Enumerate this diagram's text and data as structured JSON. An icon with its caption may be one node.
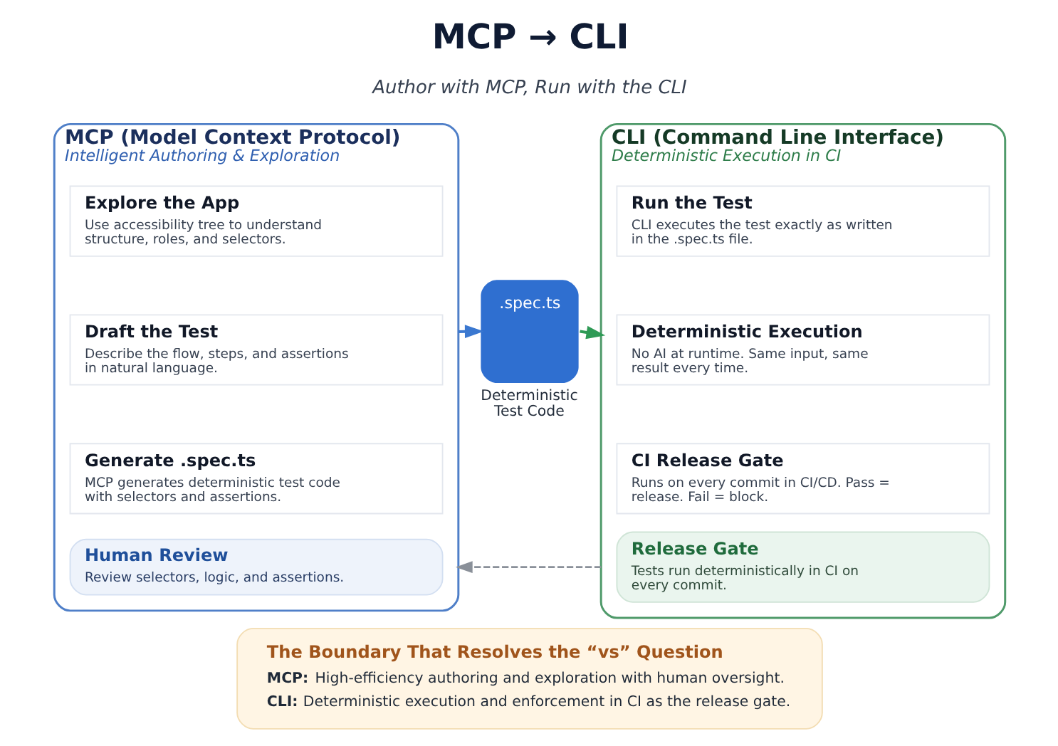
{
  "diagram": {
    "title": "MCP → CLI",
    "nodes": [
      {
        "text": [
          "MCP (Model Context Protocol)",
          "Intelligent Authoring & Exploration"
        ]
      },
      {
        "text": [
          "Explore the App",
          "Use accessibility tree to understand structure, roles, and selectors."
        ],
        "in": 0
      },
      {
        "text": [
          "Draft the Test",
          "Describe the flow, steps, and assertions in natural language."
        ],
        "in": 0
      },
      {
        "text": [
          "Generate .spec.ts",
          "MCP generates deterministic test code with selectors and assertions."
        ],
        "in": 0
      },
      {
        "text": [
          "Human Review",
          "Review selectors, logic, and assertions."
        ],
        "in": 0
      },
      {
        "text": [
          ".spec.ts"
        ],
        "beside": [
          "Deterministic Test Code"
        ]
      },
      {
        "text": [
          "CLI (Command Line Interface)",
          "Deterministic Execution in CI"
        ]
      },
      {
        "text": [
          "Run the Test",
          "CLI executes the test exactly as written in the .spec.ts file."
        ],
        "in": 6
      },
      {
        "text": [
          "Deterministic Execution",
          "No AI at runtime. Same input, same result every time."
        ],
        "in": 6
      },
      {
        "text": [
          "CI Release Gate",
          "Runs on every commit in CI/CD. Pass = release. Fail = block."
        ],
        "in": 6
      },
      {
        "text": [
          "Release Gate",
          "Tests run deterministically in CI on every commit."
        ],
        "in": 6
      },
      {
        "text": [
          "The Boundary That Resolves the “vs” Question",
          "**MCP:** High-efficiency authoring and exploration with human oversight.",
          "**CLI:** Deterministic execution and enforcement in CI as the release gate."
        ]
      }
    ],
    "edges": [
      {
        "from": 0,
        "to": 5,
        "arrow": "to",
        "color": "#3b78d0"
      },
      {
        "from": 5,
        "to": 6,
        "arrow": "to",
        "color": "#2e9a55"
      },
      {
        "from": 6,
        "to": 0,
        "arrow": "to",
        "style": "dashed",
        "color": "#8a9099"
      }
    ],
    "labels": [
      "Author with MCP, Run with the CLI"
    ]
  }
}
